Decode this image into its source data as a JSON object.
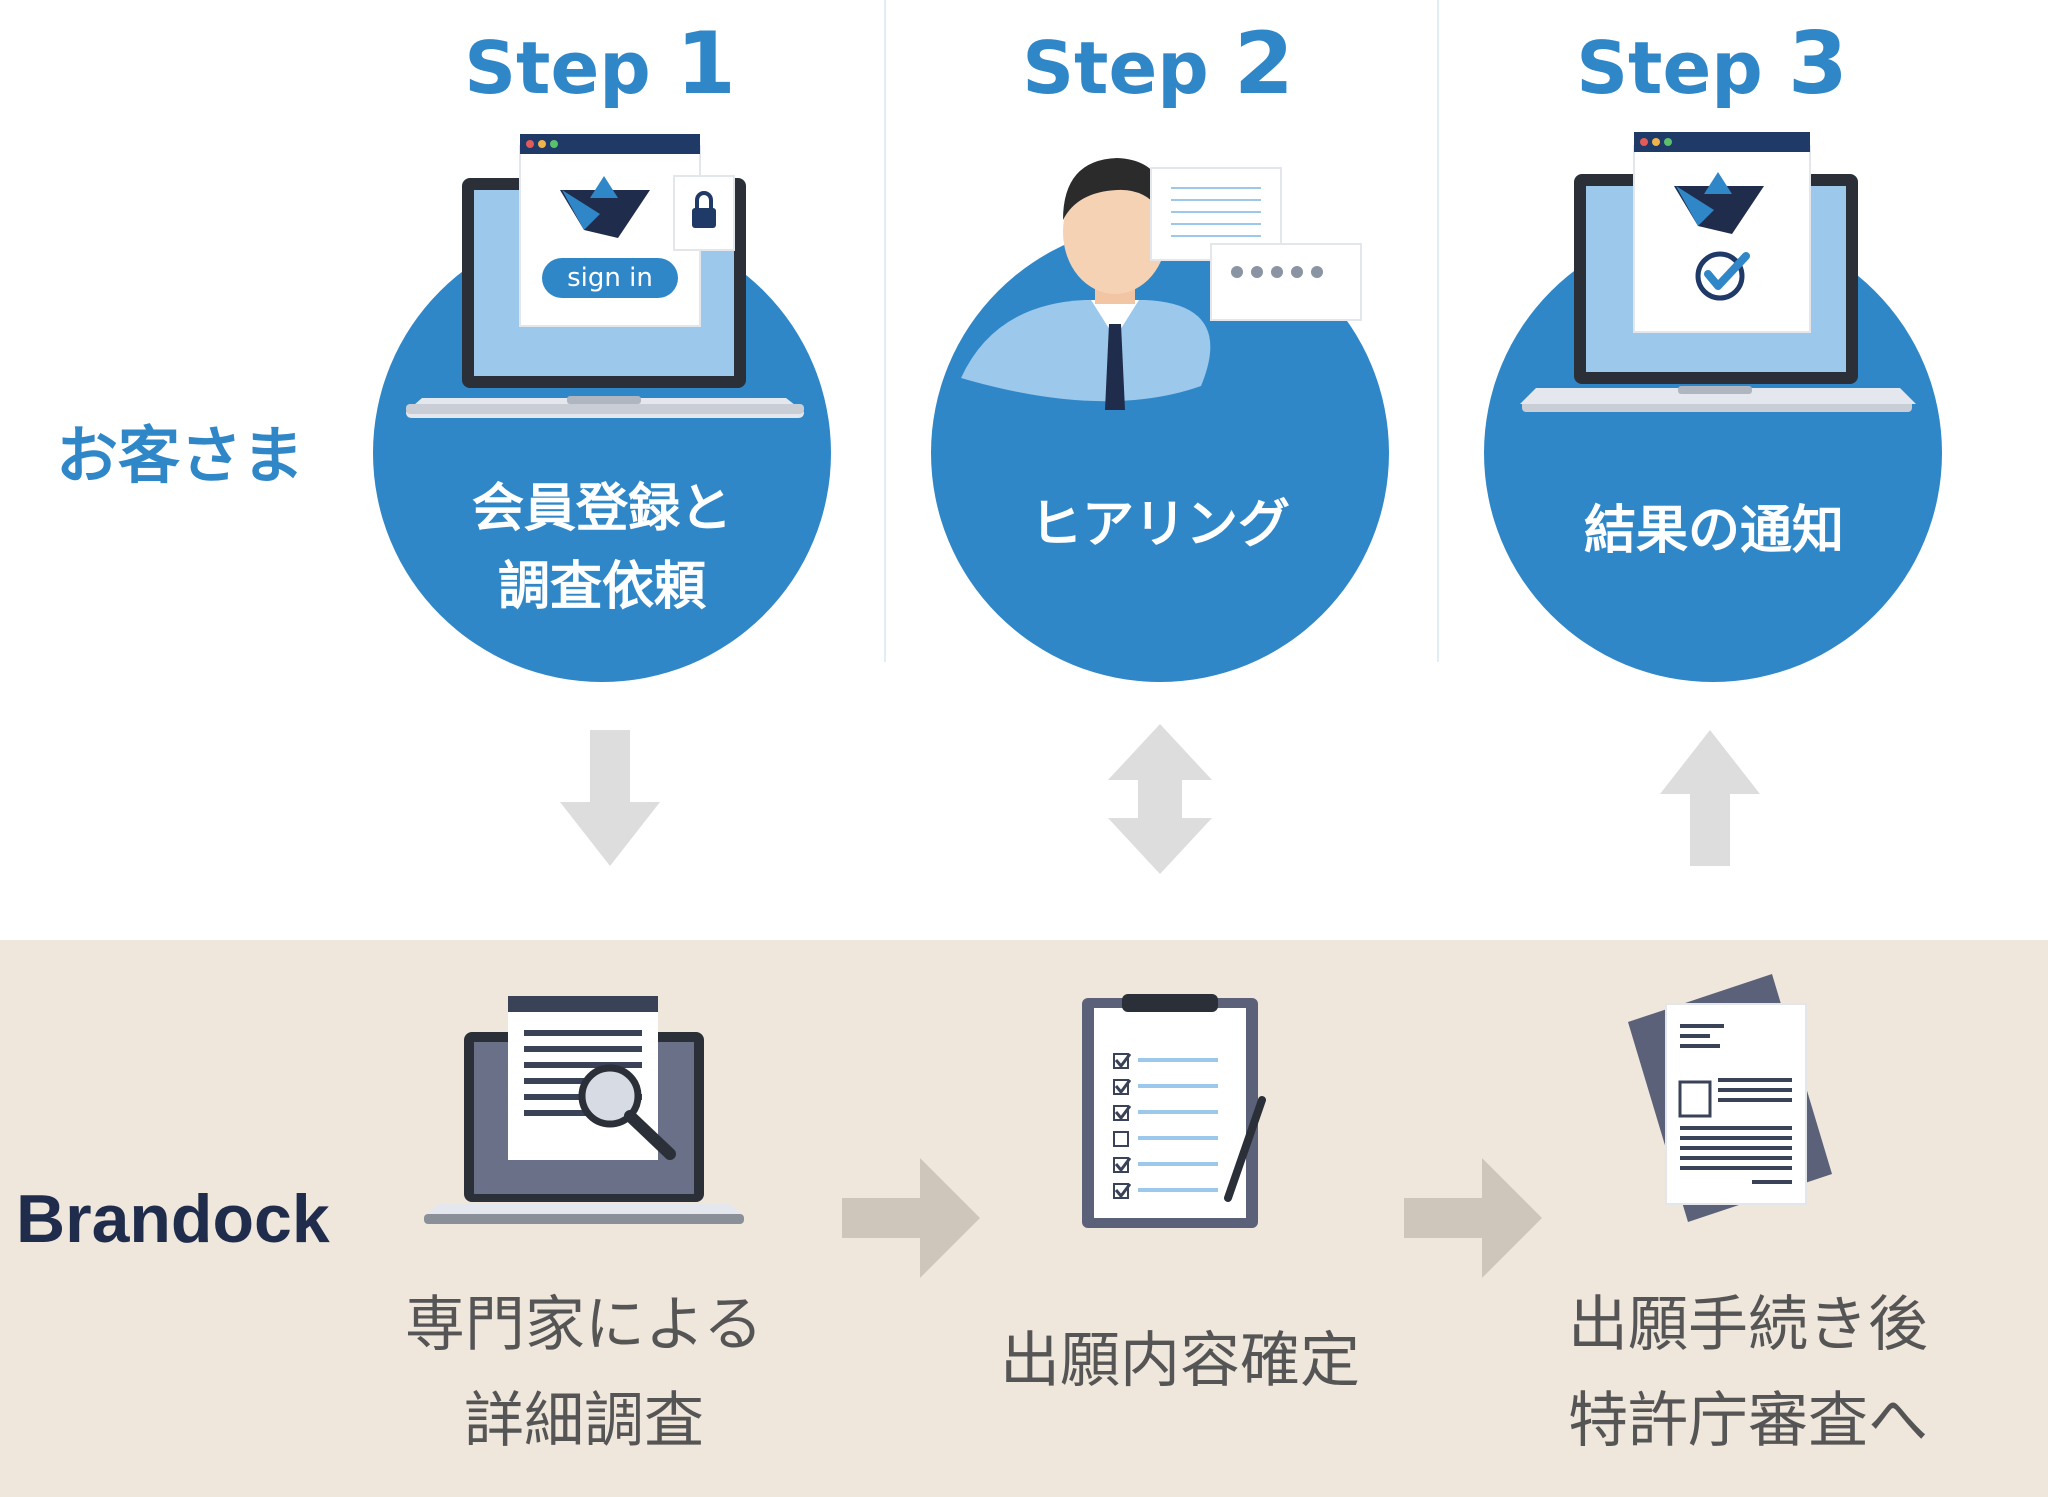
{
  "steps": [
    {
      "prefix": "Step",
      "number": "1",
      "label_line1": "会員登録と",
      "label_line2": "調査依頼",
      "signin_label": "sign in"
    },
    {
      "prefix": "Step",
      "number": "2",
      "label_line1": "ヒアリング"
    },
    {
      "prefix": "Step",
      "number": "3",
      "label_line1": "結果の通知"
    }
  ],
  "customer_label": "お客さま",
  "brand_label": "Brandock",
  "bottom_steps": [
    {
      "line1": "専門家による",
      "line2": "詳細調査"
    },
    {
      "line1": "出願内容確定"
    },
    {
      "line1": "出願手続き後",
      "line2": "特許庁審査へ"
    }
  ],
  "colors": {
    "primary_blue": "#2f87c8",
    "light_blue": "#9cc8ec",
    "navy": "#1f2c4c",
    "band": "#efe6dc",
    "arrow_grey": "#dddddd",
    "arrow_beige": "#cfc6bb"
  },
  "icons": {
    "step1": "laptop-signin-icon",
    "step2": "consultant-chat-icon",
    "step3": "laptop-check-icon",
    "bottom1": "laptop-search-icon",
    "bottom2": "clipboard-checklist-icon",
    "bottom3": "document-stack-icon"
  }
}
